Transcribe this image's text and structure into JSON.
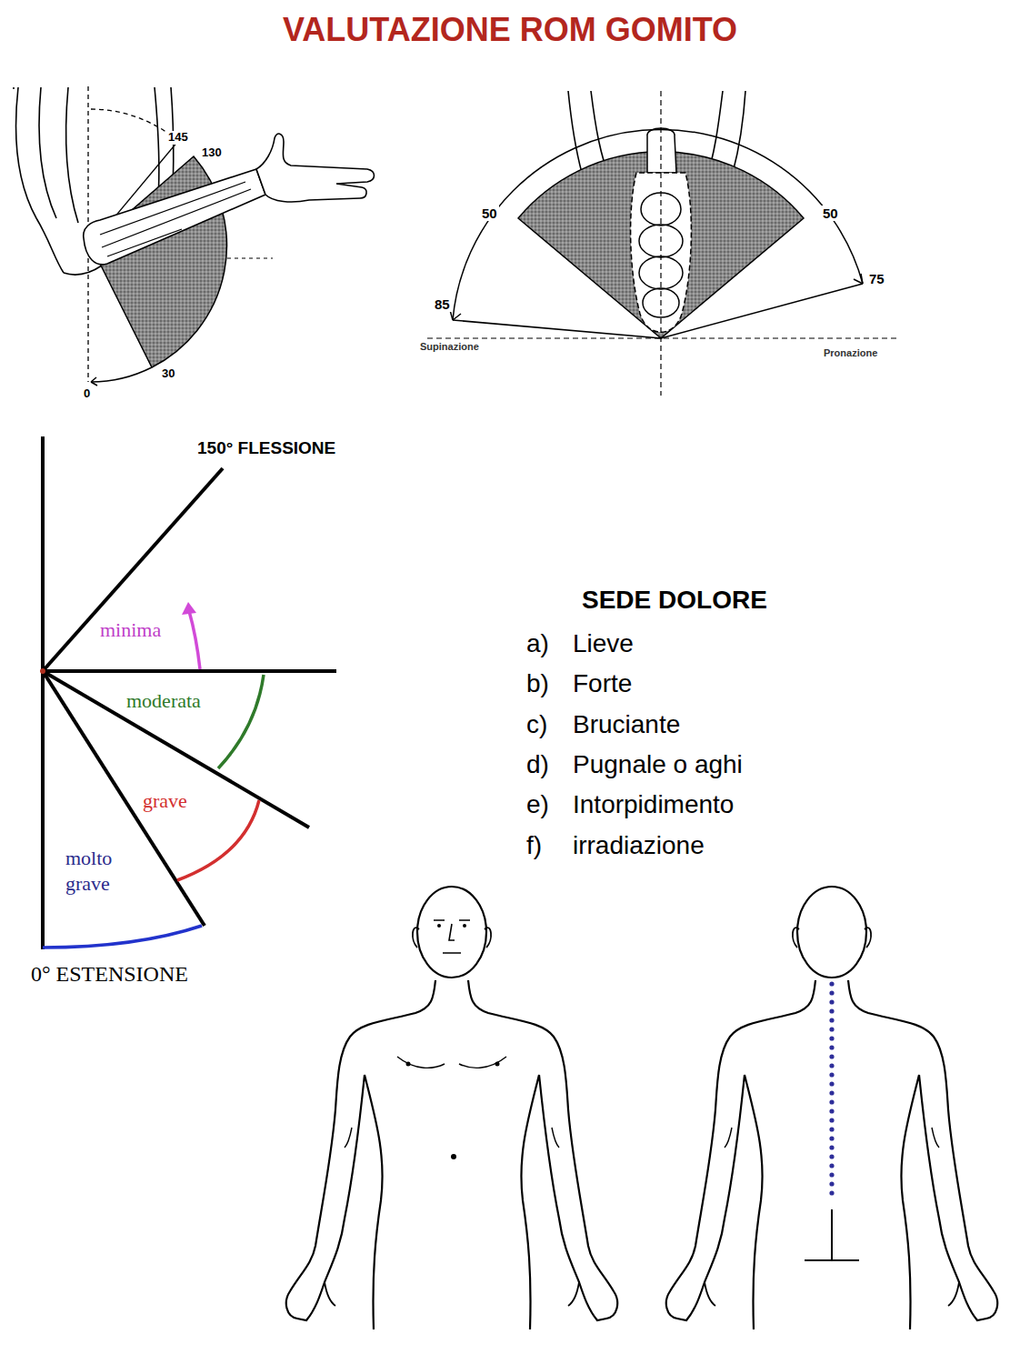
{
  "diagram": {
    "title": "VALUTAZIONE ROM GOMITO",
    "labels": [
      "145",
      "130",
      "30",
      "0",
      "50",
      "50",
      "85",
      "75",
      "Supinazione",
      "Pronazione",
      "150° FLESSIONE",
      "minima",
      "moderata",
      "grave",
      "molto grave",
      "0° ESTENSIONE",
      "SEDE DOLORE",
      "a)",
      "Lieve",
      "b)",
      "Forte",
      "c)",
      "Bruciante",
      "d)",
      "Pugnale o aghi",
      "e)",
      "Intorpidimento",
      "f)",
      "irradiazione"
    ]
  }
}
